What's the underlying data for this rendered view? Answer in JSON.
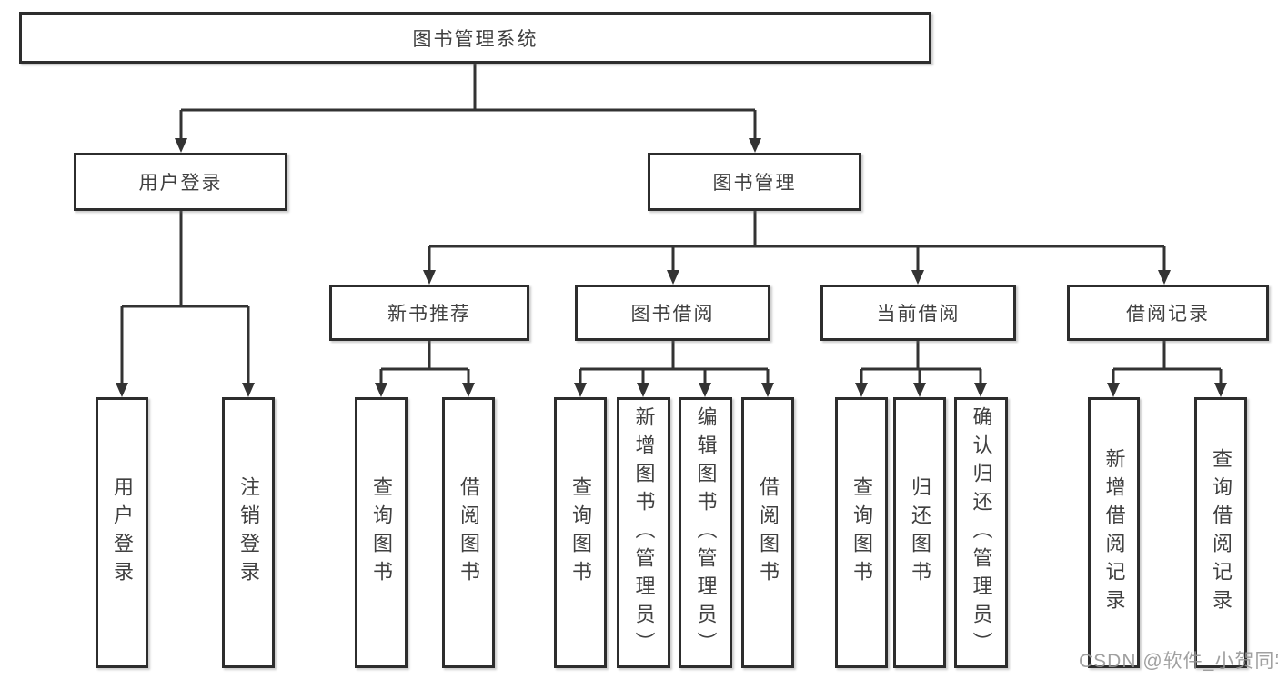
{
  "diagram_title": "图书管理系统",
  "nodes": {
    "root": {
      "label": "图书管理系统"
    },
    "level2": [
      {
        "label": "用户登录",
        "parent": "图书管理系统"
      },
      {
        "label": "图书管理",
        "parent": "图书管理系统"
      }
    ],
    "level3": [
      {
        "label": "新书推荐",
        "parent": "图书管理"
      },
      {
        "label": "图书借阅",
        "parent": "图书管理"
      },
      {
        "label": "当前借阅",
        "parent": "图书管理"
      },
      {
        "label": "借阅记录",
        "parent": "图书管理"
      }
    ],
    "leaves": [
      {
        "label": "用户登录",
        "parent": "用户登录"
      },
      {
        "label": "注销登录",
        "parent": "用户登录"
      },
      {
        "label": "查询图书",
        "parent": "新书推荐"
      },
      {
        "label": "借阅图书",
        "parent": "新书推荐"
      },
      {
        "label": "查询图书",
        "parent": "图书借阅"
      },
      {
        "label": "新增图书（管理员）",
        "parent": "图书借阅"
      },
      {
        "label": "编辑图书（管理员）",
        "parent": "图书借阅"
      },
      {
        "label": "借阅图书",
        "parent": "图书借阅"
      },
      {
        "label": "查询图书",
        "parent": "当前借阅"
      },
      {
        "label": "归还图书",
        "parent": "当前借阅"
      },
      {
        "label": "确认归还（管理员）",
        "parent": "当前借阅"
      },
      {
        "label": "新增借阅记录",
        "parent": "借阅记录"
      },
      {
        "label": "查询借阅记录",
        "parent": "借阅记录"
      }
    ]
  },
  "watermark": {
    "text": "CSDN @软件_小贺同学",
    "color": "#969696"
  },
  "colors": {
    "line": "#333333",
    "box_border": "#2d2d2d",
    "text": "#404040",
    "background": "#ffffff"
  }
}
